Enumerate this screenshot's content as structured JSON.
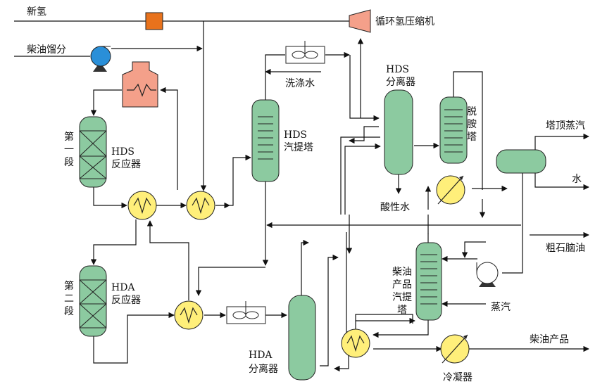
{
  "labels": {
    "fresh_h2": "新氢",
    "diesel_fraction": "柴油馏分",
    "recycle_compressor": "循环氢压缩机",
    "wash_water": "洗涤水",
    "hds_separator": "HDS 分离器",
    "hds_stripper": "HDS 汽提塔",
    "deamine_tower": "脱胺塔",
    "top_vapor": "塔顶蒸汽",
    "water": "水",
    "acid_water": "酸性水",
    "naphtha": "粗石脑油",
    "first_stage": "第一段",
    "second_stage": "第二段",
    "hds_reactor": "HDS 反应器",
    "hda_reactor": "HDA 反应器",
    "diesel_stripper": "柴油产品汽提塔",
    "steam": "蒸汽",
    "diesel_product": "柴油产品",
    "hda_separator": "HDA 分离器",
    "condenser": "冷凝器"
  },
  "colors": {
    "vessel_fill": "#8ccaa0",
    "exchanger_fill": "#ffef7a",
    "heater_fill": "#f4a08a",
    "compressor_fill": "#f4a08a",
    "valve_fill": "#e8721c",
    "pump_fill": "#2a8fd8",
    "line": "#111111"
  },
  "icons": {
    "valve": "square-valve-icon",
    "pump": "centrifugal-pump-icon",
    "compressor": "compressor-icon",
    "heater": "fired-heater-icon",
    "exchanger": "heat-exchanger-icon",
    "mixer": "mixer-icon",
    "cooler": "air-cooler-icon"
  }
}
